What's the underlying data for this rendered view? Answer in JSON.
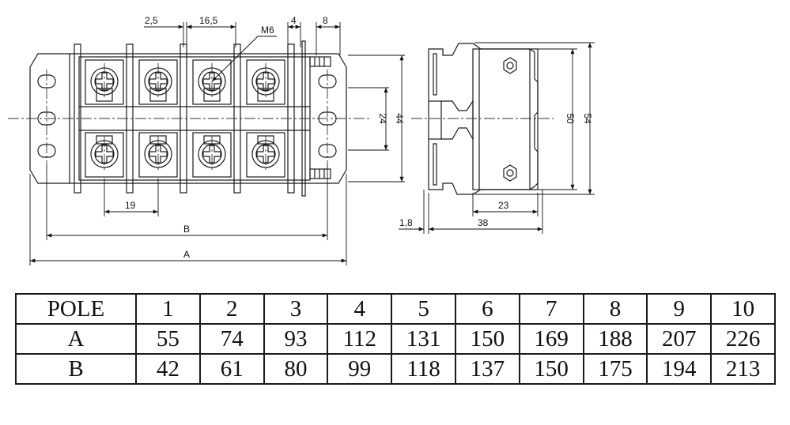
{
  "drawing": {
    "labels": {
      "dim_2_5": "2,5",
      "dim_16_5": "16,5",
      "dim_4": "4",
      "dim_8": "8",
      "screw": "M6",
      "dim_24": "24",
      "dim_44": "44",
      "dim_19": "19",
      "dim_B": "B",
      "dim_A": "A",
      "dim_50": "50",
      "dim_54": "54",
      "dim_23": "23",
      "dim_1_8": "1,8",
      "dim_38": "38"
    }
  },
  "table": {
    "header": [
      "POLE",
      "1",
      "2",
      "3",
      "4",
      "5",
      "6",
      "7",
      "8",
      "9",
      "10"
    ],
    "rows": [
      [
        "A",
        "55",
        "74",
        "93",
        "112",
        "131",
        "150",
        "169",
        "188",
        "207",
        "226"
      ],
      [
        "B",
        "42",
        "61",
        "80",
        "99",
        "118",
        "137",
        "150",
        "175",
        "194",
        "213"
      ]
    ]
  }
}
